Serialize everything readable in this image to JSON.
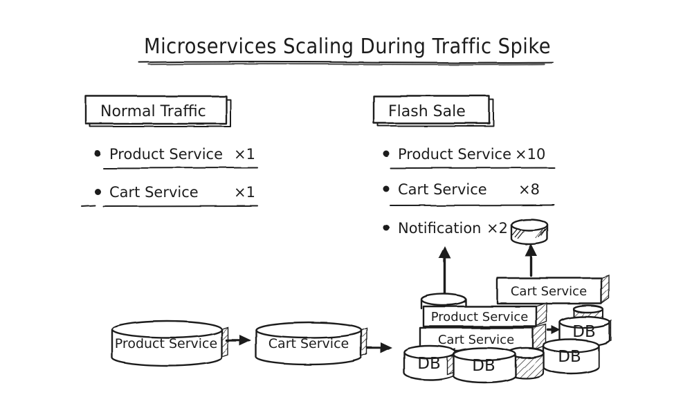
{
  "title": "Microservices Scaling During Traffic Spike",
  "colors": {
    "ink": "#1c1c1c",
    "background": "#ffffff"
  },
  "normal_panel": {
    "heading": "Normal Traffic",
    "items": [
      {
        "bullet": "•",
        "label": "Product Service",
        "count": "×1"
      },
      {
        "bullet": "•",
        "label": "Cart Service",
        "count": "×1"
      }
    ]
  },
  "flash_panel": {
    "heading": "Flash Sale",
    "items": [
      {
        "bullet": "•",
        "label": "Product Service",
        "count": "×10"
      },
      {
        "bullet": "•",
        "label": "Cart Service",
        "count": "×8"
      },
      {
        "bullet": "•",
        "label": "Notification",
        "count": "×2",
        "icon": "database-cylinder-icon"
      }
    ]
  },
  "pipeline": {
    "product_node": "Product Service",
    "cart_node": "Cart Service"
  },
  "cluster": {
    "cart_box_top": "Cart Service",
    "product_box": "Product Service",
    "cart_box": "Cart Service",
    "db_left": "DB",
    "db_mid": "DB",
    "db_right_top": "DB",
    "db_right_bottom": "DB"
  }
}
